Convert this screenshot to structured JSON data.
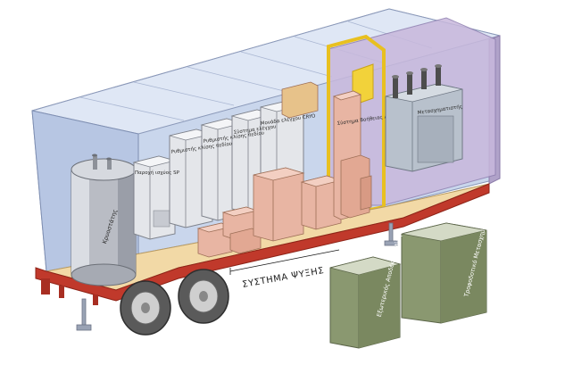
{
  "labels": {
    "cryostat": "Κρυοστάτης",
    "power_supply": "Παροχή ισχύος SP",
    "gradient_x": "Ρυθμιστής κλίσης πεδίου",
    "gradient_y": "Ρυθμιστής κλίσης πεδίου",
    "control_system": "Σύστημα ελέγχου",
    "ct_module": "Μονάδα ελέγχου CRYO",
    "patient_table": "Σύστημα Βοήθειας Ασθενούς",
    "transformer": "Μετασχηματιστής",
    "cooling_system": "ΣΥΣΤΗΜΑ ΨΥΞΗΣ",
    "box_left": "Εξωτερικός Αποδέκτης Ψύξης",
    "box_right": "Τροφοδοτικό Μετασχηματιστή"
  },
  "colors": {
    "floor": "#f2d9a6",
    "trailer_red": "#c0392b",
    "wall_blue": "#c9d6ec",
    "room_purple": "#c8b8dc",
    "door_yellow": "#e8c020",
    "box_green": "#8a9870"
  }
}
